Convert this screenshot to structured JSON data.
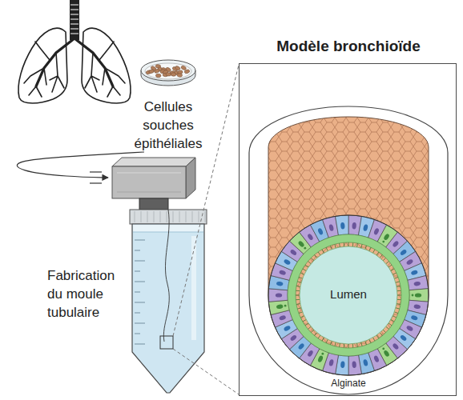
{
  "diagram": {
    "nodes": [
      {
        "text": [
          "Cellules souches épithéliales"
        ]
      },
      {
        "text": [
          "Fabrication du moule tubulaire"
        ]
      },
      {
        "text": [
          "Modèle bronchioïde"
        ]
      },
      {
        "text": [
          "Alginate"
        ],
        "in": 2
      },
      {
        "text": [
          "Lumen"
        ],
        "in": 3
      }
    ],
    "edges": [
      {
        "from": 0,
        "to": 1,
        "arrow": "to"
      }
    ]
  }
}
